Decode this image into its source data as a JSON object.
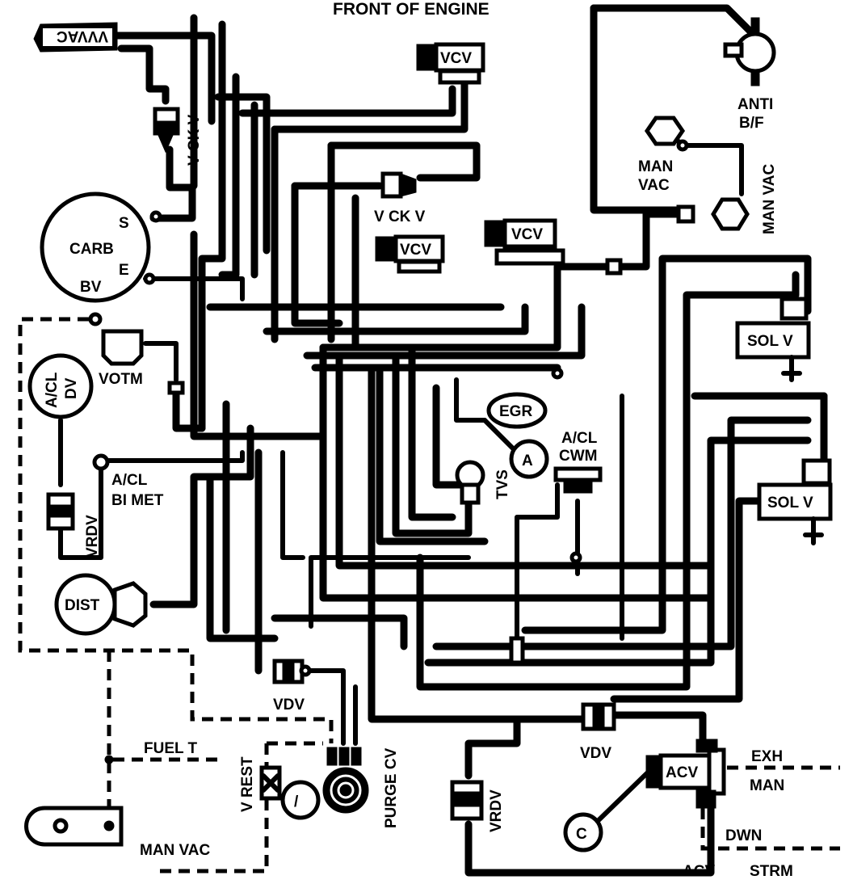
{
  "title": "FRONT OF ENGINE",
  "labels": {
    "vvvac": "VVVAC",
    "vckv_top": "V CK V",
    "carb": "CARB",
    "carb_s": "S",
    "carb_e": "E",
    "carb_bv": "BV",
    "vcv_top": "VCV",
    "vckv_mid": "V CK V",
    "vcv_mid": "VCV",
    "vcv_right": "VCV",
    "anti_bf_1": "ANTI",
    "anti_bf_2": "B/F",
    "man_vac_1a": "MAN",
    "man_vac_1b": "VAC",
    "man_vac_2": "MAN VAC",
    "sol_v_1": "SOL V",
    "sol_v_2": "SOL V",
    "votm": "VOTM",
    "acl_dv_1": "A/CL",
    "acl_dv_2": "DV",
    "acl_bimet_1": "A/CL",
    "acl_bimet_2": "BI MET",
    "vrdv_left": "VRDV",
    "egr": "EGR",
    "a_marker": "A",
    "acl_cwm_1": "A/CL",
    "acl_cwm_2": "CWM",
    "tvs": "TVS",
    "dist": "DIST",
    "vdv_left": "VDV",
    "vdv_right": "VDV",
    "fuel_t": "FUEL T",
    "v_rest": "V REST",
    "purge_cv": "PURGE CV",
    "man_vac_bottom": "MAN VAC",
    "vrdv_right": "VRDV",
    "c_marker": "C",
    "acv_box": "ACV",
    "exh": "EXH",
    "man": "MAN",
    "dwn": "DWN",
    "acv_bottom": "ACV",
    "strm": "STRM"
  }
}
